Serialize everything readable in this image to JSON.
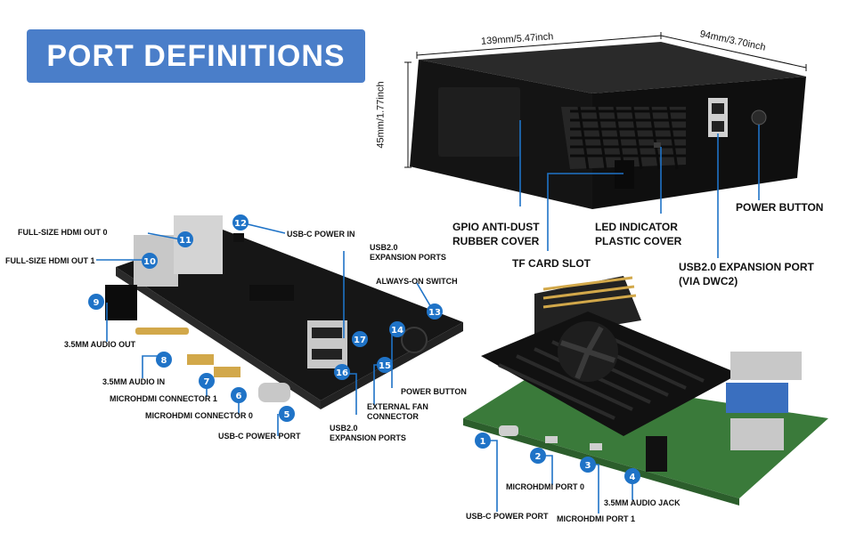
{
  "title": "PORT DEFINITIONS",
  "colors": {
    "badge": "#4a7ec9",
    "callout": "#1f73c7",
    "line": "#1f73c7",
    "case": "#141414",
    "pcb": "#1a1a1a",
    "heatsink": "#111111",
    "green_pcb": "#3a7a3a"
  },
  "dimensions": {
    "width": "139mm/5.47inch",
    "depth": "94mm/3.70inch",
    "height": "45mm/1.77inch"
  },
  "case_labels": {
    "gpio_cover": [
      "GPIO ANTI-DUST",
      "RUBBER COVER"
    ],
    "led_cover": [
      "LED INDICATOR",
      "PLASTIC COVER"
    ],
    "power_button": "POWER BUTTON",
    "tf_slot": "TF CARD SLOT",
    "usb_dwc2": [
      "USB2.0 EXPANSION PORT",
      "(VIA DWC2)"
    ]
  },
  "board_labels": {
    "hdmi0": "FULL-SIZE HDMI OUT 0",
    "hdmi1": "FULL-SIZE HDMI OUT 1",
    "usbc_in": "USB-C POWER IN",
    "usb2_top": [
      "USB2.0",
      "EXPANSION PORTS"
    ],
    "always_on": "ALWAYS-ON SWITCH",
    "audio_out": "3.5MM AUDIO OUT",
    "audio_in": "3.5MM AUDIO IN",
    "micro0": "MICROHDMI CONNECTOR 0",
    "micro1": "MICROHDMI CONNECTOR 1",
    "usbc_port": "USB-C POWER PORT",
    "power_btn": "POWER BUTTON",
    "fan": [
      "EXTERNAL FAN",
      "CONNECTOR"
    ],
    "usb2_bottom": [
      "USB2.0",
      "EXPANSION PORTS"
    ]
  },
  "pi_labels": {
    "usbc": "USB-C POWER PORT",
    "micro0": "MICROHDMI PORT 0",
    "micro1": "MICROHDMI PORT 1",
    "audio": "3.5MM AUDIO JACK"
  },
  "callout_numbers": [
    "1",
    "2",
    "3",
    "4",
    "5",
    "6",
    "7",
    "8",
    "9",
    "10",
    "11",
    "12",
    "13",
    "14",
    "15",
    "16",
    "17"
  ]
}
